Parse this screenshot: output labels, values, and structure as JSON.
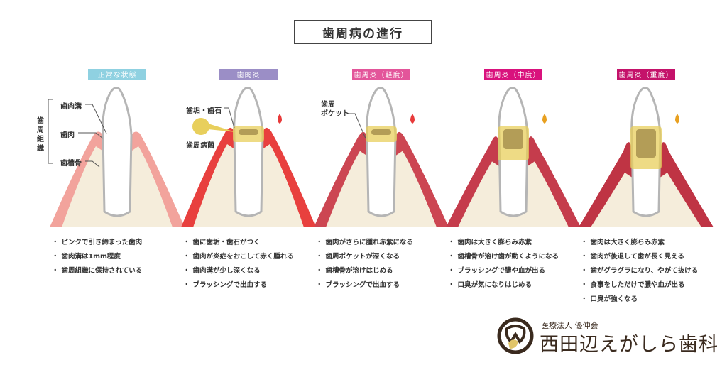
{
  "title": "歯周病の進行",
  "anatomy_labels": {
    "group": "歯周組織",
    "sulcus": "歯肉溝",
    "gum": "歯肉",
    "bone": "歯槽骨"
  },
  "annotations": {
    "plaque": "歯垢・歯石",
    "bacteria": "歯周病菌",
    "pocket": "歯周\nポケット"
  },
  "stages": [
    {
      "label": "正常な状態",
      "color": "#8fd1e1",
      "gum_color": "#f2a39c",
      "bullets": [
        "ピンクで引き締まった歯肉",
        "歯肉溝は1mm程度",
        "歯周組織に保持されている"
      ]
    },
    {
      "label": "歯肉炎",
      "color": "#9b8ec6",
      "gum_color": "#e8403e",
      "bullets": [
        "歯に歯垢・歯石がつく",
        "歯肉が炎症をおこして赤く腫れる",
        "歯肉溝が少し深くなる",
        "ブラッシングで出血する"
      ]
    },
    {
      "label": "歯周炎（軽度）",
      "color": "#e3559a",
      "gum_color": "#cc4652",
      "bullets": [
        "歯肉がさらに腫れ赤紫になる",
        "歯周ポケットが深くなる",
        "歯槽骨が溶けはじめる",
        "ブラッシングで出血する"
      ]
    },
    {
      "label": "歯周炎（中度）",
      "color": "#d9127d",
      "gum_color": "#c53c4c",
      "bullets": [
        "歯肉は大きく膨らみ赤紫",
        "歯槽骨が溶け歯が動くようになる",
        "ブラッシングで膿や血が出る",
        "口臭が気になりはじめる"
      ]
    },
    {
      "label": "歯周炎（重度）",
      "color": "#c4126a",
      "gum_color": "#bf3444",
      "bullets": [
        "歯肉は大きく膨らみ赤紫",
        "歯肉が後退して歯が長く見える",
        "歯がグラグラになり、やがて抜ける",
        "食事をしただけで膿や血が出る",
        "口臭が強くなる"
      ]
    }
  ],
  "logo": {
    "sub": "医療法人 優伸会",
    "name": "西田辺えがしら歯科"
  },
  "colors": {
    "bone": "#f5eddb",
    "tooth_outline": "#b5b5b5",
    "plaque": "#e8cf5c",
    "blood": "#e83a3a",
    "pus": "#e8a020"
  }
}
